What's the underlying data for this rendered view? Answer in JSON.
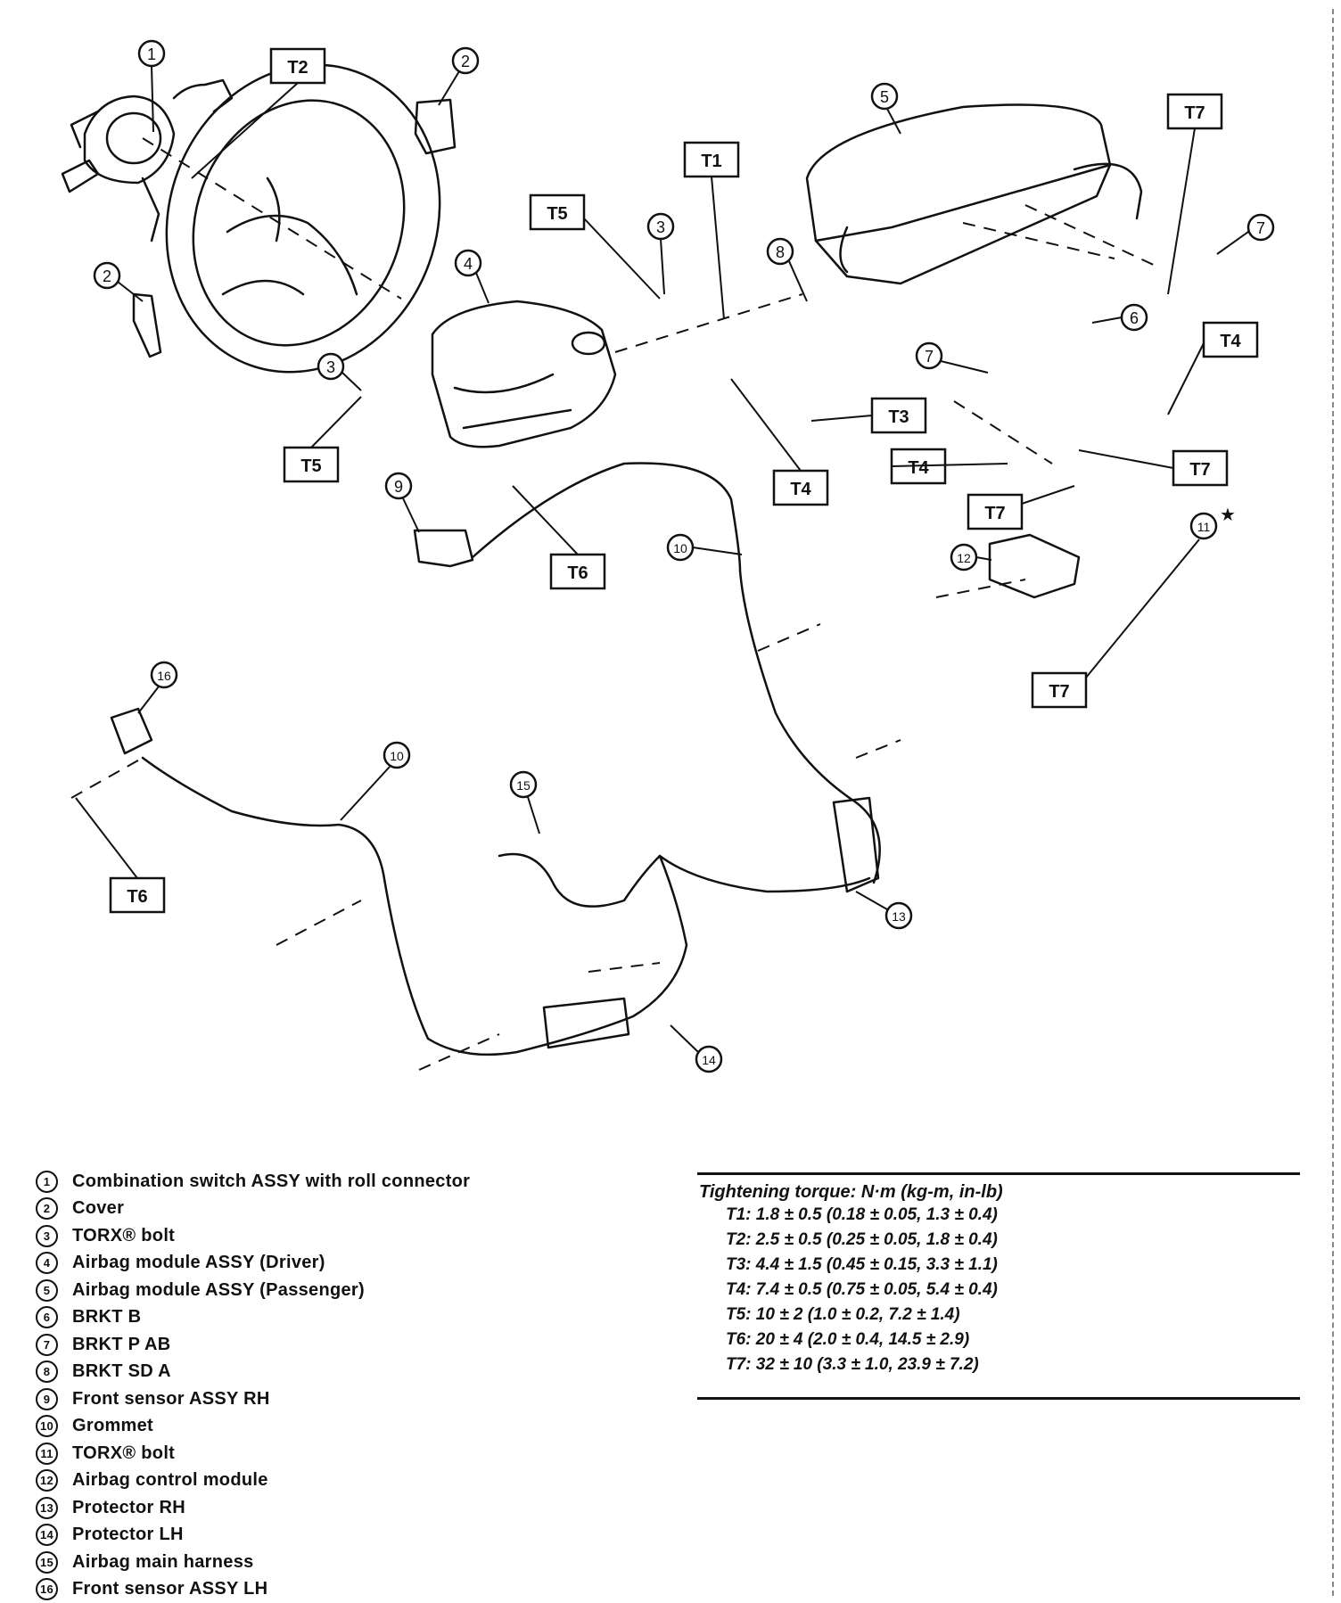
{
  "callouts": {
    "torque_labels": [
      "T1",
      "T2",
      "T3",
      "T4",
      "T5",
      "T6",
      "T7"
    ],
    "part_numbers": [
      "1",
      "2",
      "3",
      "4",
      "5",
      "6",
      "7",
      "8",
      "9",
      "10",
      "11",
      "12",
      "13",
      "14",
      "15",
      "16"
    ],
    "star": "★"
  },
  "legend": [
    {
      "num": "1",
      "label": "Combination switch ASSY with roll connector"
    },
    {
      "num": "2",
      "label": "Cover"
    },
    {
      "num": "3",
      "label": "TORX® bolt"
    },
    {
      "num": "4",
      "label": "Airbag module ASSY (Driver)"
    },
    {
      "num": "5",
      "label": "Airbag module ASSY (Passenger)"
    },
    {
      "num": "6",
      "label": "BRKT B"
    },
    {
      "num": "7",
      "label": "BRKT P AB"
    },
    {
      "num": "8",
      "label": "BRKT SD A"
    },
    {
      "num": "9",
      "label": "Front sensor ASSY RH"
    },
    {
      "num": "10",
      "label": "Grommet"
    },
    {
      "num": "11",
      "label": "TORX® bolt"
    },
    {
      "num": "12",
      "label": "Airbag control module"
    },
    {
      "num": "13",
      "label": "Protector RH"
    },
    {
      "num": "14",
      "label": "Protector LH"
    },
    {
      "num": "15",
      "label": "Airbag main harness"
    },
    {
      "num": "16",
      "label": "Front sensor ASSY LH"
    }
  ],
  "torque": {
    "title": "Tightening torque: N·m (kg-m, in-lb)",
    "rows": [
      "T1: 1.8 ± 0.5 (0.18 ± 0.05, 1.3 ± 0.4)",
      "T2: 2.5 ± 0.5 (0.25 ± 0.05, 1.8 ± 0.4)",
      "T3: 4.4 ± 1.5 (0.45 ± 0.15, 3.3 ± 1.1)",
      "T4: 7.4 ± 0.5 (0.75 ± 0.05, 5.4 ± 0.4)",
      "T5: 10 ± 2 (1.0 ± 0.2, 7.2 ± 1.4)",
      "T6: 20 ± 4 (2.0 ± 0.4, 14.5 ± 2.9)",
      "T7: 32 ± 10 (3.3 ± 1.0, 23.9 ± 7.2)"
    ]
  }
}
